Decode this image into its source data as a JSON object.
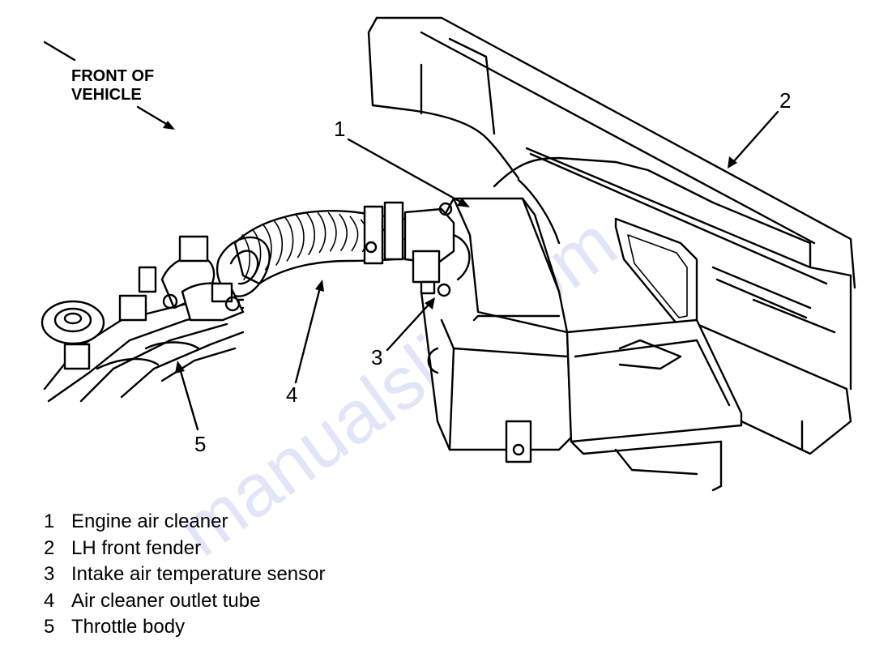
{
  "front_label": {
    "line1": "FRONT OF",
    "line2": "VEHICLE"
  },
  "callouts": {
    "c1": "1",
    "c2": "2",
    "c3": "3",
    "c4": "4",
    "c5": "5"
  },
  "legend": [
    {
      "number": "1",
      "text": "Engine air cleaner"
    },
    {
      "number": "2",
      "text": "LH front fender"
    },
    {
      "number": "3",
      "text": "Intake air temperature sensor"
    },
    {
      "number": "4",
      "text": "Air cleaner outlet tube"
    },
    {
      "number": "5",
      "text": "Throttle body"
    }
  ],
  "watermark": "manualslib.com",
  "colors": {
    "line": "#000000",
    "background": "#ffffff",
    "watermark": "#3a4fd0"
  }
}
